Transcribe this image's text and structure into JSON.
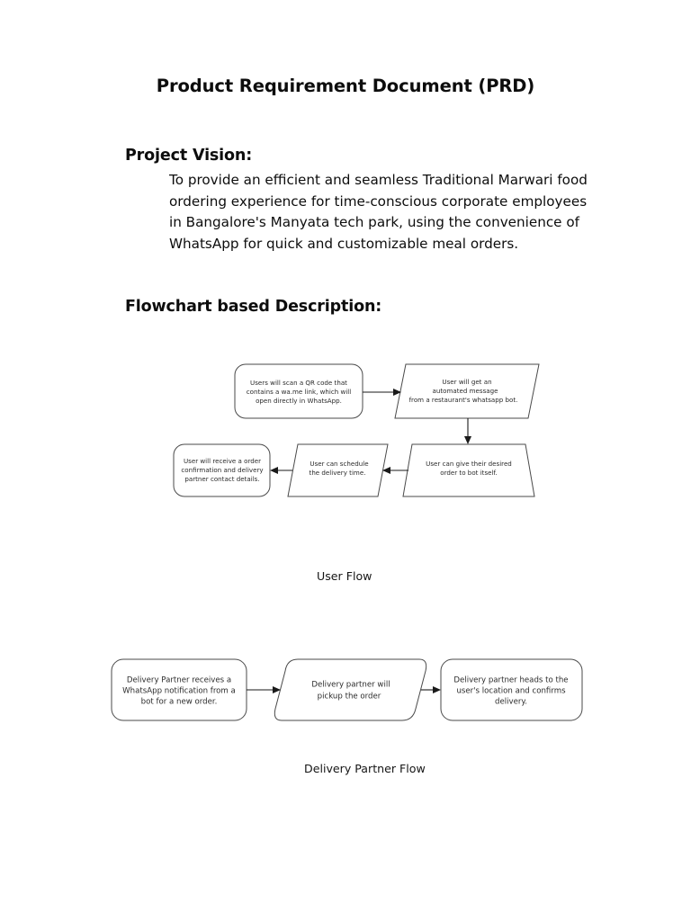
{
  "document": {
    "title": "Product Requirement Document (PRD)",
    "sections": {
      "vision": {
        "heading": "Project Vision:",
        "body": "To provide an efficient and seamless Traditional Marwari food ordering experience for time-conscious corporate employees in Bangalore's Manyata tech park, using the convenience of WhatsApp for quick and customizable meal orders."
      },
      "flowchart": {
        "heading": "Flowchart based Description:"
      }
    }
  },
  "colors": {
    "page_background": "#ffffff",
    "text": "#0d0d0d",
    "node_stroke": "#4a4a4a",
    "node_fill": "#ffffff",
    "edge_stroke": "#1a1a1a"
  },
  "diagrams": [
    {
      "id": "user-flow",
      "caption": "User Flow",
      "nodes": [
        {
          "id": "u1",
          "shape": "rounded-rectangle",
          "lines": [
            "Users will scan a QR code that",
            "contains a wa.me link, which will",
            "open directly in WhatsApp."
          ]
        },
        {
          "id": "u2",
          "shape": "parallelogram",
          "lines": [
            "User will get an",
            "automated message",
            "from a restaurant's whatsapp bot."
          ]
        },
        {
          "id": "u3",
          "shape": "trapezoid",
          "lines": [
            "User can give their desired",
            "order to bot itself."
          ]
        },
        {
          "id": "u4",
          "shape": "parallelogram",
          "lines": [
            "User can schedule",
            "the delivery time."
          ]
        },
        {
          "id": "u5",
          "shape": "rounded-rectangle",
          "lines": [
            "User will receive a order",
            "confirmation and delivery",
            "partner contact details."
          ]
        }
      ],
      "edges": [
        {
          "from": "u1",
          "to": "u2",
          "direction": "right"
        },
        {
          "from": "u2",
          "to": "u3",
          "direction": "down"
        },
        {
          "from": "u3",
          "to": "u4",
          "direction": "left"
        },
        {
          "from": "u4",
          "to": "u5",
          "direction": "left"
        }
      ]
    },
    {
      "id": "delivery-partner-flow",
      "caption": "Delivery Partner Flow",
      "nodes": [
        {
          "id": "d1",
          "shape": "rounded-rectangle",
          "lines": [
            "Delivery Partner receives a",
            "WhatsApp notification from a",
            "bot for a new order."
          ]
        },
        {
          "id": "d2",
          "shape": "rounded-parallelogram",
          "lines": [
            "Delivery partner will",
            "pickup the order"
          ]
        },
        {
          "id": "d3",
          "shape": "rounded-rectangle",
          "lines": [
            "Delivery partner heads to the",
            "user's location and confirms",
            "delivery."
          ]
        }
      ],
      "edges": [
        {
          "from": "d1",
          "to": "d2",
          "direction": "right"
        },
        {
          "from": "d2",
          "to": "d3",
          "direction": "right"
        }
      ]
    }
  ]
}
